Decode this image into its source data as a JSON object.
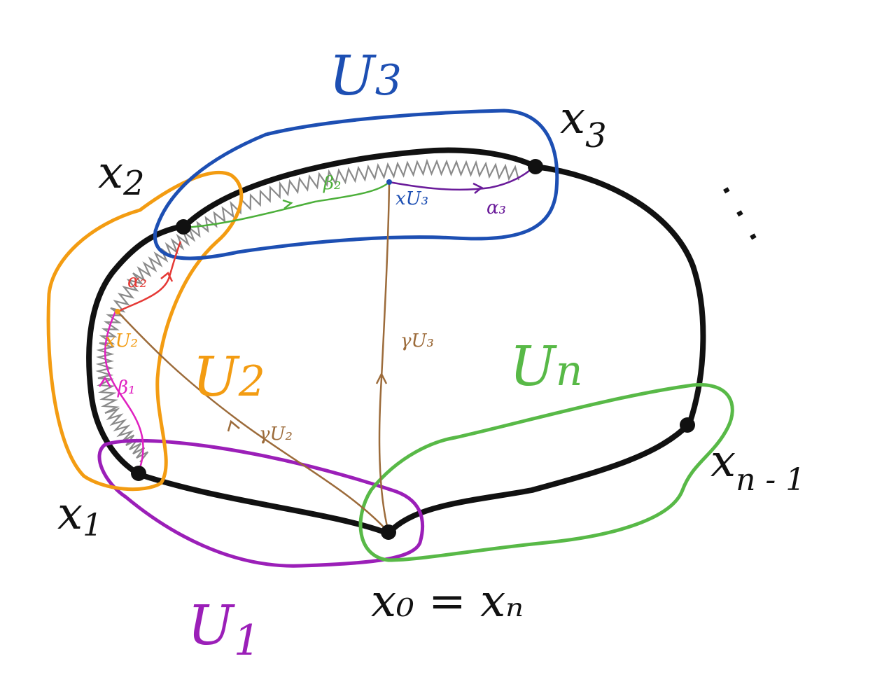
{
  "diagram": {
    "regions": [
      {
        "id": "U1",
        "label": "U",
        "sub": "1",
        "color": "#9b1fb8"
      },
      {
        "id": "U2",
        "label": "U",
        "sub": "2",
        "color": "#f39c12"
      },
      {
        "id": "U3",
        "label": "U",
        "sub": "3",
        "color": "#1d4fb3"
      },
      {
        "id": "Un",
        "label": "U",
        "sub": "n",
        "color": "#58b947"
      }
    ],
    "points": [
      {
        "id": "x1",
        "label": "x",
        "sub": "1"
      },
      {
        "id": "x2",
        "label": "x",
        "sub": "2"
      },
      {
        "id": "x3",
        "label": "x",
        "sub": "3"
      },
      {
        "id": "xn1",
        "label": "x",
        "sub": "n - 1"
      },
      {
        "id": "x0",
        "text": "x₀ = xₙ"
      }
    ],
    "ellipsis": "· · ·",
    "paths": {
      "beta1": {
        "label": "β₁",
        "color": "#e020c0"
      },
      "beta2": {
        "label": "β₂",
        "color": "#4caf3a"
      },
      "alpha2": {
        "label": "α₂",
        "color": "#e53935"
      },
      "alpha3": {
        "label": "α₃",
        "color": "#6a1b9a"
      },
      "gammaU2": {
        "label": "γU₂",
        "color": "#9c6b3a"
      },
      "gammaU3": {
        "label": "γU₃",
        "color": "#9c6b3a"
      }
    },
    "basepoints": {
      "xU2": {
        "label": "xU₂",
        "color": "#f39c12"
      },
      "xU3": {
        "label": "xU₃",
        "color": "#1d4fb3"
      }
    }
  }
}
